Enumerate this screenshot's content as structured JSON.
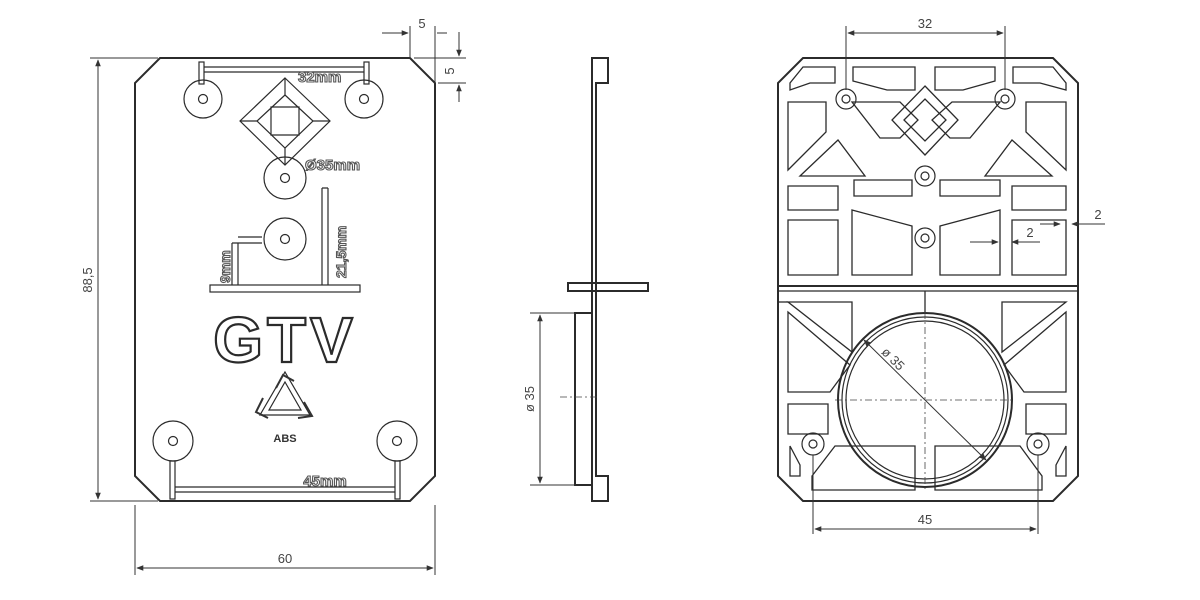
{
  "front_view": {
    "width_label": "60",
    "height_label": "88,5",
    "corner_w_label": "5",
    "corner_h_label": "5",
    "engraving": {
      "top_spacing": "32mm",
      "hole_dia": "Ø35mm",
      "height_a": "21,5mm",
      "height_b": "9mm",
      "bottom_spacing": "45mm"
    },
    "logo_text": "GTV",
    "recycle_label": "ABS"
  },
  "side_view": {
    "dia_label": "ø 35"
  },
  "back_view": {
    "top_spacing_label": "32",
    "rib_label_a": "2",
    "rib_label_b": "2",
    "circle_label": "ø 35",
    "bottom_spacing_label": "45"
  }
}
